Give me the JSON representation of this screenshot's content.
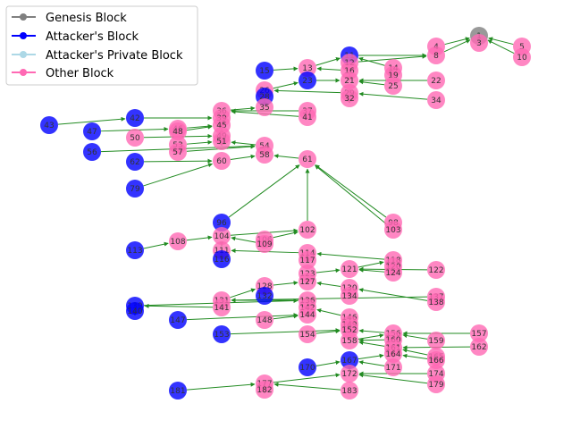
{
  "legend": {
    "items": [
      {
        "label": "Genesis Block",
        "color": "#808080"
      },
      {
        "label": "Attacker's Block",
        "color": "#0000ff"
      },
      {
        "label": "Attacker's Private Block",
        "color": "#add8e6"
      },
      {
        "label": "Other Block",
        "color": "#ff69b4"
      }
    ]
  },
  "colors": {
    "genesis": "#808080",
    "attacker": "#0000ff",
    "private": "#add8e6",
    "other": "#ff69b4",
    "edge": "#228b22"
  },
  "nodes": [
    {
      "id": "1",
      "type": "genesis"
    },
    {
      "id": "3",
      "type": "other"
    },
    {
      "id": "4",
      "type": "other"
    },
    {
      "id": "5",
      "type": "other"
    },
    {
      "id": "8",
      "type": "other"
    },
    {
      "id": "10",
      "type": "other"
    },
    {
      "id": "11",
      "type": "attacker"
    },
    {
      "id": "12",
      "type": "other"
    },
    {
      "id": "13",
      "type": "other"
    },
    {
      "id": "14",
      "type": "other"
    },
    {
      "id": "15",
      "type": "attacker"
    },
    {
      "id": "16",
      "type": "other"
    },
    {
      "id": "19",
      "type": "other"
    },
    {
      "id": "21",
      "type": "other"
    },
    {
      "id": "22",
      "type": "other"
    },
    {
      "id": "23",
      "type": "attacker"
    },
    {
      "id": "25",
      "type": "other"
    },
    {
      "id": "26",
      "type": "other"
    },
    {
      "id": "28",
      "type": "attacker"
    },
    {
      "id": "29",
      "type": "other"
    },
    {
      "id": "32",
      "type": "other"
    },
    {
      "id": "34",
      "type": "other"
    },
    {
      "id": "35",
      "type": "other"
    },
    {
      "id": "36",
      "type": "other"
    },
    {
      "id": "37",
      "type": "other"
    },
    {
      "id": "39",
      "type": "other"
    },
    {
      "id": "41",
      "type": "other"
    },
    {
      "id": "42",
      "type": "attacker"
    },
    {
      "id": "43",
      "type": "attacker"
    },
    {
      "id": "45",
      "type": "other"
    },
    {
      "id": "46",
      "type": "other"
    },
    {
      "id": "47",
      "type": "attacker"
    },
    {
      "id": "48",
      "type": "other"
    },
    {
      "id": "49",
      "type": "other"
    },
    {
      "id": "50",
      "type": "other"
    },
    {
      "id": "51",
      "type": "other"
    },
    {
      "id": "53",
      "type": "other"
    },
    {
      "id": "54",
      "type": "other"
    },
    {
      "id": "56",
      "type": "attacker"
    },
    {
      "id": "57",
      "type": "other"
    },
    {
      "id": "58",
      "type": "other"
    },
    {
      "id": "60",
      "type": "other"
    },
    {
      "id": "61",
      "type": "other"
    },
    {
      "id": "62",
      "type": "attacker"
    },
    {
      "id": "79",
      "type": "attacker"
    },
    {
      "id": "96",
      "type": "attacker"
    },
    {
      "id": "98",
      "type": "other"
    },
    {
      "id": "102",
      "type": "other"
    },
    {
      "id": "103",
      "type": "other"
    },
    {
      "id": "104",
      "type": "other"
    },
    {
      "id": "106",
      "type": "other"
    },
    {
      "id": "108",
      "type": "other"
    },
    {
      "id": "109",
      "type": "other"
    },
    {
      "id": "111",
      "type": "other"
    },
    {
      "id": "113",
      "type": "attacker"
    },
    {
      "id": "114",
      "type": "other"
    },
    {
      "id": "116",
      "type": "attacker"
    },
    {
      "id": "117",
      "type": "other"
    },
    {
      "id": "118",
      "type": "other"
    },
    {
      "id": "120",
      "type": "other"
    },
    {
      "id": "121",
      "type": "other"
    },
    {
      "id": "122",
      "type": "other"
    },
    {
      "id": "123",
      "type": "other"
    },
    {
      "id": "124",
      "type": "other"
    },
    {
      "id": "127",
      "type": "other"
    },
    {
      "id": "128",
      "type": "other"
    },
    {
      "id": "130",
      "type": "other"
    },
    {
      "id": "131",
      "type": "other"
    },
    {
      "id": "132",
      "type": "attacker"
    },
    {
      "id": "134",
      "type": "other"
    },
    {
      "id": "136",
      "type": "other"
    },
    {
      "id": "137",
      "type": "other"
    },
    {
      "id": "138",
      "type": "other"
    },
    {
      "id": "139",
      "type": "attacker"
    },
    {
      "id": "140",
      "type": "attacker"
    },
    {
      "id": "141",
      "type": "other"
    },
    {
      "id": "142",
      "type": "other"
    },
    {
      "id": "144",
      "type": "other"
    },
    {
      "id": "146",
      "type": "other"
    },
    {
      "id": "147",
      "type": "attacker"
    },
    {
      "id": "148",
      "type": "other"
    },
    {
      "id": "149",
      "type": "other"
    },
    {
      "id": "152",
      "type": "other"
    },
    {
      "id": "153",
      "type": "attacker"
    },
    {
      "id": "154",
      "type": "other"
    },
    {
      "id": "156",
      "type": "other"
    },
    {
      "id": "157",
      "type": "other"
    },
    {
      "id": "158",
      "type": "other"
    },
    {
      "id": "159",
      "type": "other"
    },
    {
      "id": "160",
      "type": "other"
    },
    {
      "id": "161",
      "type": "other"
    },
    {
      "id": "162",
      "type": "other"
    },
    {
      "id": "164",
      "type": "other"
    },
    {
      "id": "165",
      "type": "other"
    },
    {
      "id": "166",
      "type": "other"
    },
    {
      "id": "167",
      "type": "attacker"
    },
    {
      "id": "170",
      "type": "attacker"
    },
    {
      "id": "171",
      "type": "other"
    },
    {
      "id": "172",
      "type": "other"
    },
    {
      "id": "174",
      "type": "other"
    },
    {
      "id": "177",
      "type": "other"
    },
    {
      "id": "179",
      "type": "other"
    },
    {
      "id": "181",
      "type": "attacker"
    },
    {
      "id": "182",
      "type": "other"
    },
    {
      "id": "183",
      "type": "other"
    }
  ],
  "edges": [
    [
      "4",
      "1"
    ],
    [
      "5",
      "1"
    ],
    [
      "8",
      "1"
    ],
    [
      "10",
      "1"
    ],
    [
      "11",
      "8"
    ],
    [
      "12",
      "8"
    ],
    [
      "13",
      "11"
    ],
    [
      "14",
      "11"
    ],
    [
      "15",
      "13"
    ],
    [
      "16",
      "13"
    ],
    [
      "19",
      "14"
    ],
    [
      "21",
      "16"
    ],
    [
      "22",
      "21"
    ],
    [
      "23",
      "21"
    ],
    [
      "25",
      "21"
    ],
    [
      "26",
      "23"
    ],
    [
      "28",
      "26"
    ],
    [
      "29",
      "26"
    ],
    [
      "32",
      "29"
    ],
    [
      "34",
      "29"
    ],
    [
      "35",
      "28"
    ],
    [
      "36",
      "35"
    ],
    [
      "37",
      "36"
    ],
    [
      "39",
      "36"
    ],
    [
      "41",
      "36"
    ],
    [
      "42",
      "39"
    ],
    [
      "43",
      "42"
    ],
    [
      "45",
      "39"
    ],
    [
      "46",
      "45"
    ],
    [
      "47",
      "46"
    ],
    [
      "48",
      "45"
    ],
    [
      "49",
      "45"
    ],
    [
      "50",
      "49"
    ],
    [
      "51",
      "49"
    ],
    [
      "53",
      "51"
    ],
    [
      "54",
      "51"
    ],
    [
      "56",
      "54"
    ],
    [
      "57",
      "54"
    ],
    [
      "58",
      "54"
    ],
    [
      "60",
      "58"
    ],
    [
      "61",
      "58"
    ],
    [
      "62",
      "60"
    ],
    [
      "79",
      "60"
    ],
    [
      "96",
      "61"
    ],
    [
      "98",
      "61"
    ],
    [
      "102",
      "61"
    ],
    [
      "103",
      "61"
    ],
    [
      "104",
      "102"
    ],
    [
      "106",
      "102"
    ],
    [
      "108",
      "104"
    ],
    [
      "109",
      "104"
    ],
    [
      "111",
      "104"
    ],
    [
      "113",
      "108"
    ],
    [
      "114",
      "111"
    ],
    [
      "116",
      "111"
    ],
    [
      "117",
      "114"
    ],
    [
      "118",
      "114"
    ],
    [
      "120",
      "118"
    ],
    [
      "121",
      "118"
    ],
    [
      "122",
      "121"
    ],
    [
      "123",
      "121"
    ],
    [
      "124",
      "121"
    ],
    [
      "127",
      "123"
    ],
    [
      "128",
      "127"
    ],
    [
      "130",
      "127"
    ],
    [
      "131",
      "128"
    ],
    [
      "132",
      "128"
    ],
    [
      "134",
      "130"
    ],
    [
      "136",
      "131"
    ],
    [
      "137",
      "131"
    ],
    [
      "138",
      "130"
    ],
    [
      "139",
      "136"
    ],
    [
      "140",
      "139"
    ],
    [
      "141",
      "139"
    ],
    [
      "142",
      "136"
    ],
    [
      "144",
      "136"
    ],
    [
      "146",
      "142"
    ],
    [
      "147",
      "144"
    ],
    [
      "148",
      "144"
    ],
    [
      "149",
      "146"
    ],
    [
      "152",
      "146"
    ],
    [
      "153",
      "152"
    ],
    [
      "154",
      "152"
    ],
    [
      "156",
      "152"
    ],
    [
      "157",
      "156"
    ],
    [
      "158",
      "156"
    ],
    [
      "159",
      "156"
    ],
    [
      "160",
      "158"
    ],
    [
      "161",
      "158"
    ],
    [
      "162",
      "161"
    ],
    [
      "164",
      "161"
    ],
    [
      "165",
      "161"
    ],
    [
      "166",
      "164"
    ],
    [
      "167",
      "164"
    ],
    [
      "170",
      "167"
    ],
    [
      "171",
      "167"
    ],
    [
      "172",
      "167"
    ],
    [
      "174",
      "172"
    ],
    [
      "177",
      "172"
    ],
    [
      "179",
      "172"
    ],
    [
      "181",
      "177"
    ],
    [
      "182",
      "177"
    ],
    [
      "183",
      "177"
    ]
  ]
}
